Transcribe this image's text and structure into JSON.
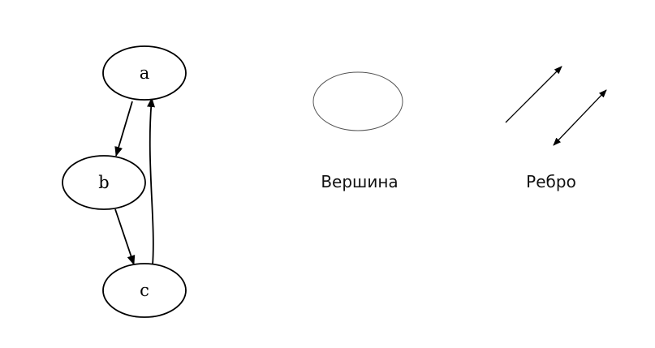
{
  "graph": {
    "nodes": [
      {
        "id": "a",
        "label": "a"
      },
      {
        "id": "b",
        "label": "b"
      },
      {
        "id": "c",
        "label": "c"
      }
    ],
    "edges": [
      {
        "from": "a",
        "to": "b"
      },
      {
        "from": "b",
        "to": "c"
      },
      {
        "from": "c",
        "to": "a"
      }
    ]
  },
  "legend": {
    "vertex_label": "Вершина",
    "edge_label": "Ребро"
  },
  "colors": {
    "stroke": "#000000",
    "legend_stroke": "#555555",
    "background": "#ffffff"
  }
}
